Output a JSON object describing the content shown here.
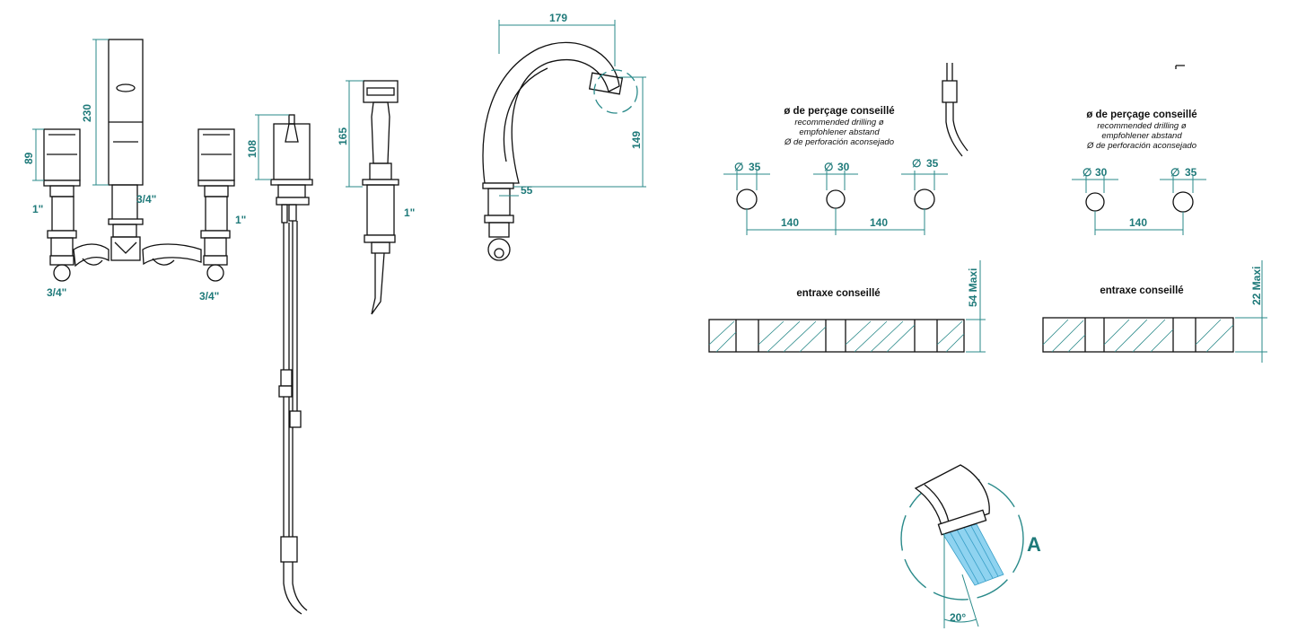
{
  "dimensions": {
    "body_height": "230",
    "handle_height": "89",
    "inlet_left": "1\"",
    "inlet_right": "1\"",
    "outlet_left": "3/4\"",
    "outlet_right": "3/4\"",
    "center_outlet": "3/4\"",
    "diverter_height": "108",
    "handshower_height": "165",
    "handshower_thread": "1\"",
    "spout_reach": "179",
    "spout_height": "149",
    "spout_base": "55",
    "angle": "20°"
  },
  "drilling_3hole": {
    "heading": "ø de perçage conseillé",
    "line1": "recommended drilling ø",
    "line2": "empfohlener abstand",
    "line3": "Ø de perforación aconsejado",
    "d1": "35",
    "d2": "30",
    "d3": "35",
    "spacing1": "140",
    "spacing2": "140",
    "center_label": "entraxe conseillé",
    "max_thickness": "54 Maxi"
  },
  "drilling_2hole": {
    "heading": "ø de perçage conseillé",
    "line1": "recommended drilling ø",
    "line2": "empfohlener abstand",
    "line3": "Ø de perforación aconsejado",
    "d1": "30",
    "d2": "35",
    "spacing": "140",
    "center_label": "entraxe conseillé",
    "max_thickness": "22 Maxi"
  },
  "detail": {
    "label": "A",
    "colors": {
      "water": "#8fd3f0",
      "dimension": "#1f7a7a"
    }
  }
}
